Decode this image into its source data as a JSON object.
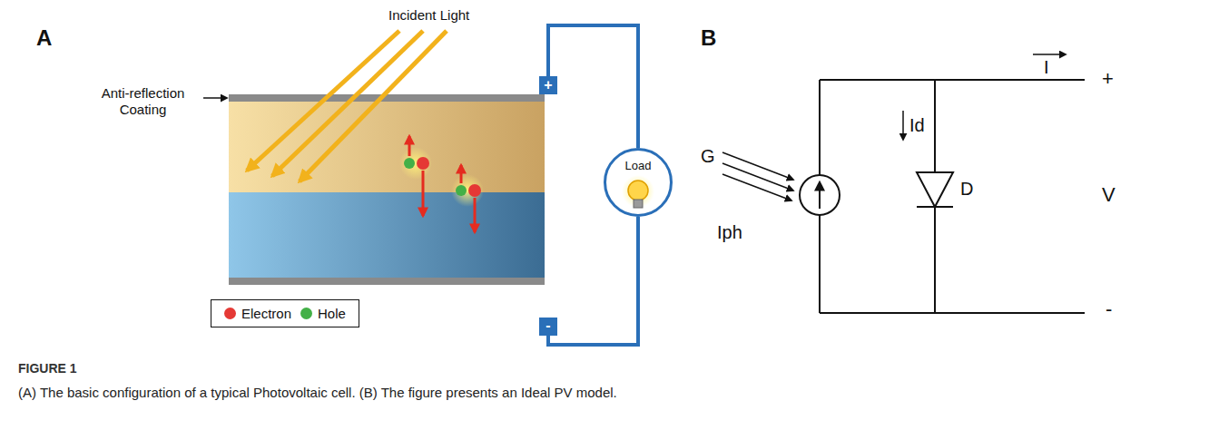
{
  "diagram": {
    "title": "FIGURE 1",
    "caption": "(A) The basic configuration of a typical Photovoltaic cell. (B) The figure presents an Ideal PV model.",
    "nodes": [
      {
        "text": [
          "Load"
        ]
      }
    ],
    "labels": [
      "A",
      "Incident Light",
      "Anti-reflection Coating",
      "+",
      "-",
      "B",
      "G",
      "Iph",
      "Id",
      "D",
      "I",
      "+",
      "V",
      "-"
    ],
    "legend": [
      {
        "text": "Electron",
        "color": "#e53935"
      },
      {
        "text": "Hole",
        "color": "#43b047"
      }
    ]
  }
}
